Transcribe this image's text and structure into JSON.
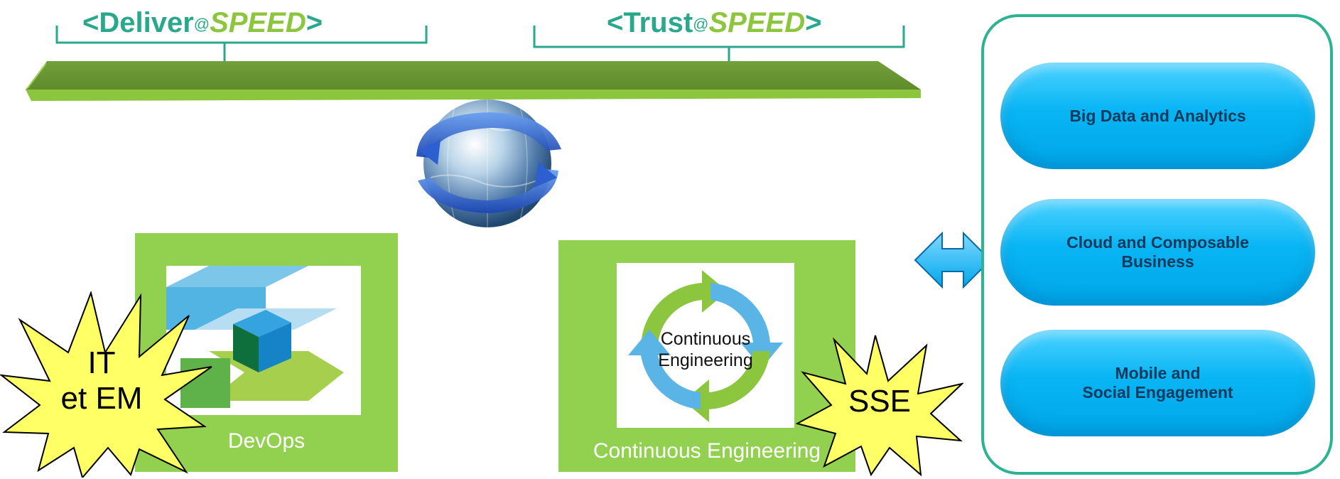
{
  "header": {
    "deliver": {
      "left_chevron": "<",
      "word": "Deliver",
      "at": "@",
      "speed": "SPEED",
      "right_chevron": ">"
    },
    "trust": {
      "left_chevron": "<",
      "word": "Trust",
      "at": "@",
      "speed": "SPEED",
      "right_chevron": ">"
    }
  },
  "left_box": {
    "caption": "DevOps"
  },
  "middle_box": {
    "caption": "Continuous Engineering",
    "cycle_line1": "Continuous",
    "cycle_line2": "Engineering"
  },
  "starburst_left": {
    "line1": "IT",
    "line2": "et EM"
  },
  "starburst_right": {
    "text": "SSE"
  },
  "right_panel": {
    "pills": [
      {
        "line1": "Big Data and Analytics",
        "line2": ""
      },
      {
        "line1": "Cloud and Composable",
        "line2": "Business"
      },
      {
        "line1": "Mobile and",
        "line2": "Social Engagement"
      }
    ]
  },
  "colors": {
    "teal": "#2aa88c",
    "lime": "#8cc63f",
    "box_green": "#92d050",
    "plank_green": "#6e9a35",
    "pill_blue": "#08b5f4",
    "star_yellow": "#ffff66"
  }
}
